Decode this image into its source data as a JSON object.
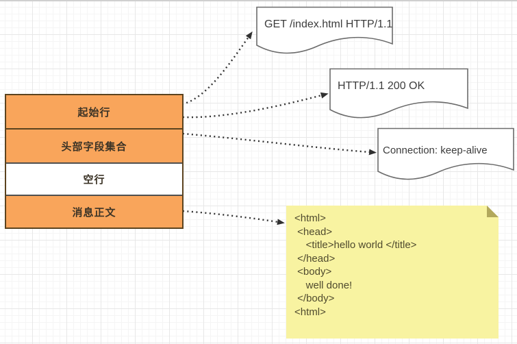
{
  "colors": {
    "box_orange": "#f9a55b",
    "box_border": "#5b431f",
    "note_fill": "#f8f3a1",
    "note_fold": "#b2a85c",
    "doc_stroke": "#6b6b6b",
    "arrow": "#303030",
    "grid_line": "#e7e7e7"
  },
  "stack": {
    "rows": [
      {
        "label": "起始行"
      },
      {
        "label": "头部字段集合"
      },
      {
        "label": "空行"
      },
      {
        "label": "消息正文"
      }
    ]
  },
  "documents": [
    {
      "text": "GET /index.html HTTP/1.1"
    },
    {
      "text": "HTTP/1.1 200 OK"
    },
    {
      "text": "Connection: keep-alive"
    }
  ],
  "note": {
    "code": "<html>\n <head>\n    <title>hello world </title>\n </head>\n <body>\n    well done!\n </body>\n<html>"
  }
}
